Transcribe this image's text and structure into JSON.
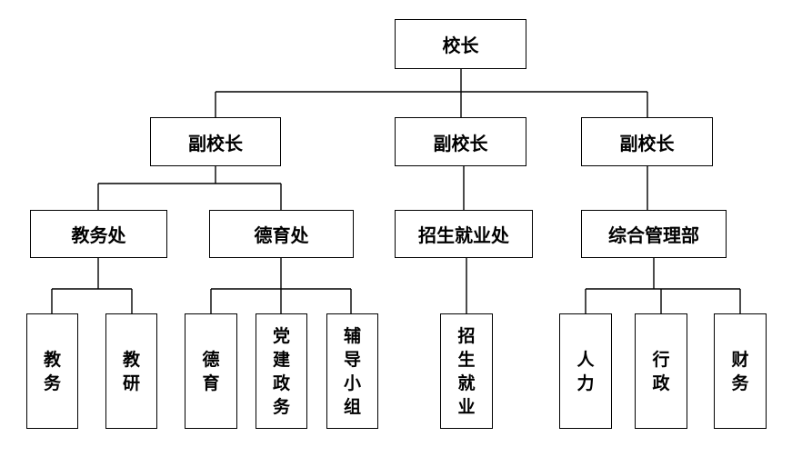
{
  "org": {
    "principal": "校长",
    "vice_principals": [
      "副校长",
      "副校长",
      "副校长"
    ],
    "departments": [
      "教务处",
      "德育处",
      "招生就业处",
      "综合管理部"
    ],
    "units": {
      "jiaowu": [
        "教务",
        "教研"
      ],
      "deyu": [
        "德育",
        "党建政务",
        "辅导小组"
      ],
      "zhaosheng": [
        "招生就业"
      ],
      "zonghe": [
        "人力",
        "行政",
        "财务"
      ]
    }
  }
}
